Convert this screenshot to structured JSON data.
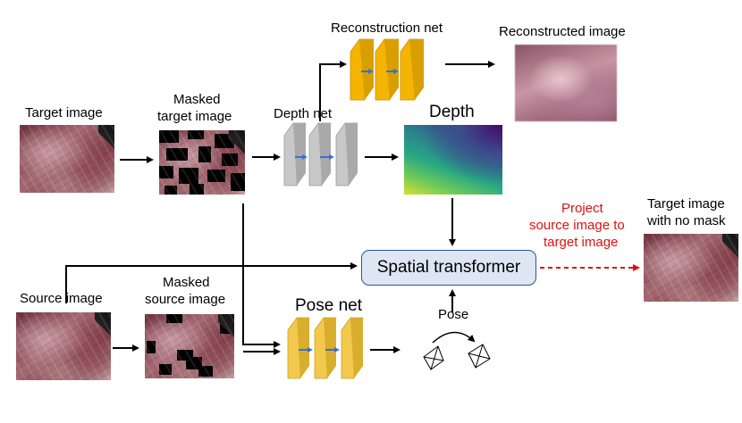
{
  "labels": {
    "target_image": "Target image",
    "masked_target_line1": "Masked",
    "masked_target_line2": "target image",
    "depth_net": "Depth     net",
    "reconstruction_net": "Reconstruction net",
    "reconstructed_image": "Reconstructed image",
    "depth": "Depth",
    "spatial_transformer": "Spatial transformer",
    "project_line1": "Project",
    "project_line2": "source image to",
    "project_line3": "target image",
    "target_nomask_line1": "Target image",
    "target_nomask_line2": "with no mask",
    "source_image": "Source image",
    "masked_source_line1": "Masked",
    "masked_source_line2": "source image",
    "pose_net": "Pose net",
    "pose": "Pose"
  },
  "colors": {
    "recon_net_block": "#f5b400",
    "depth_net_block": "#c8c8c8",
    "pose_net_block": "#f2c94c",
    "inner_arrow": "#3b6fd6",
    "st_border": "#2e5597",
    "st_fill": "#dde6f3",
    "project_arrow": "#e01010",
    "project_text": "#e01010"
  }
}
